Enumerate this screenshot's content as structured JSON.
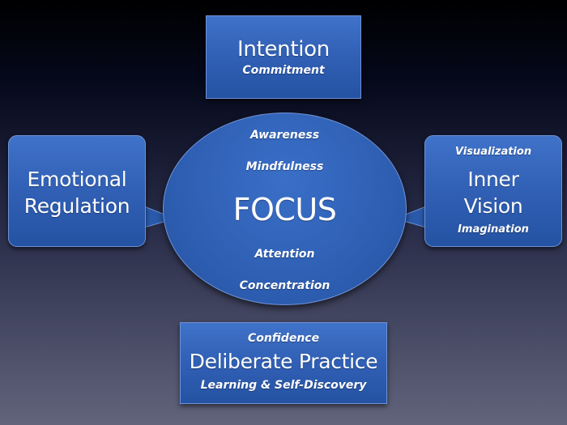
{
  "diagram": {
    "top": {
      "title": "Intention",
      "subtitle": "Commitment"
    },
    "left": {
      "line1": "Emotional",
      "line2": "Regulation"
    },
    "right": {
      "top": "Visualization",
      "line1": "Inner",
      "line2": "Vision",
      "bottom": "Imagination"
    },
    "bottom": {
      "top": "Confidence",
      "title": "Deliberate Practice",
      "bottom": "Learning & Self-Discovery"
    },
    "center": {
      "title": "FOCUS",
      "items": [
        "Awareness",
        "Mindfulness",
        "Attention",
        "Concentration"
      ]
    }
  },
  "colors": {
    "box_fill": "#2f5eb3",
    "box_border": "#6f92d6",
    "background_top": "#000000",
    "background_bottom": "#62647c",
    "text": "#ffffff"
  }
}
